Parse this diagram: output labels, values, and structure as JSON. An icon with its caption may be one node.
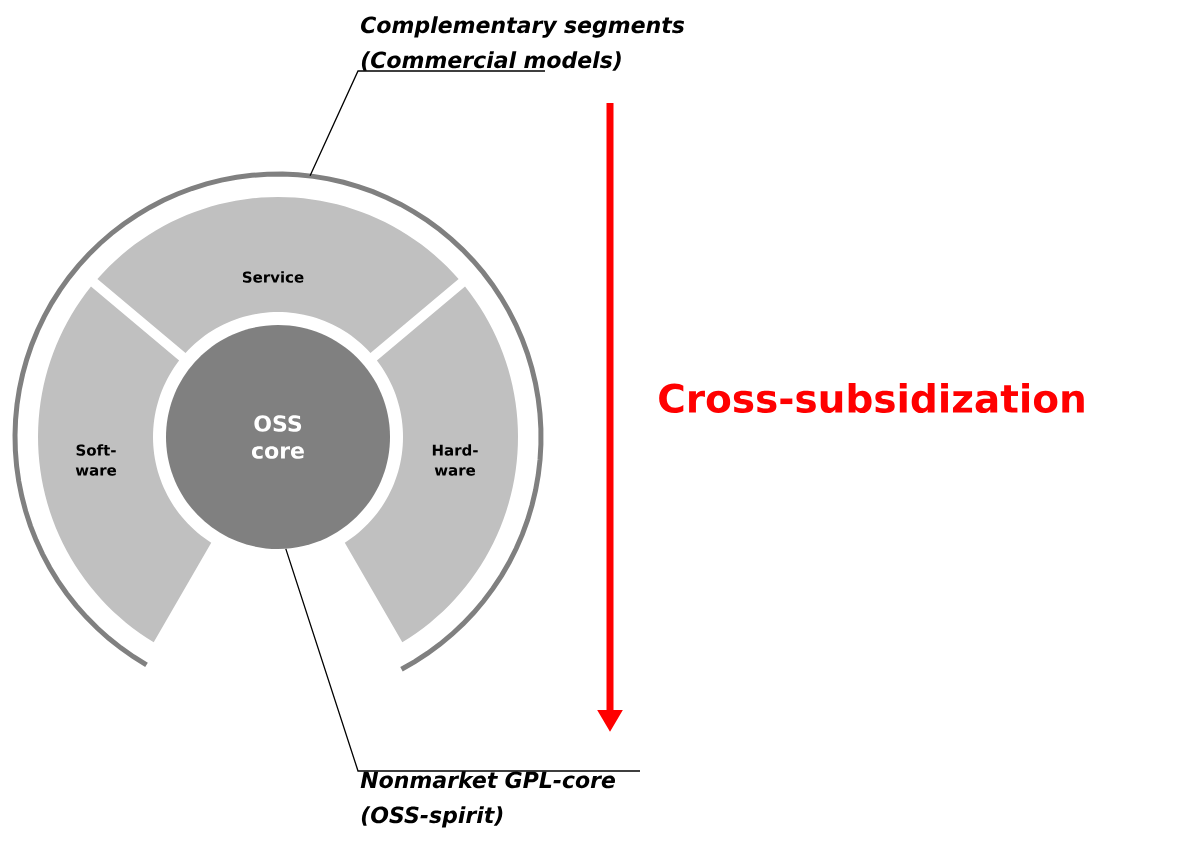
{
  "diagram": {
    "nodes": [
      {
        "text": [
          "Complementary segments (Commercial models)"
        ]
      },
      {
        "text": [],
        "shape": "arc"
      },
      {
        "text": [
          "Service"
        ],
        "in": 1
      },
      {
        "text": [
          "Soft- ware"
        ],
        "in": 1
      },
      {
        "text": [
          "Hard- ware"
        ],
        "in": 1
      },
      {
        "text": [
          "OSS core"
        ],
        "in": 1
      },
      {
        "text": [
          "Nonmarket GPL-core (OSS-spirit)"
        ]
      }
    ],
    "edges": [
      {
        "from": 0,
        "to": 1,
        "arrow": "none"
      },
      {
        "from": 6,
        "to": 5,
        "arrow": "none"
      }
    ],
    "labels": [
      "Cross-subsidization"
    ]
  }
}
